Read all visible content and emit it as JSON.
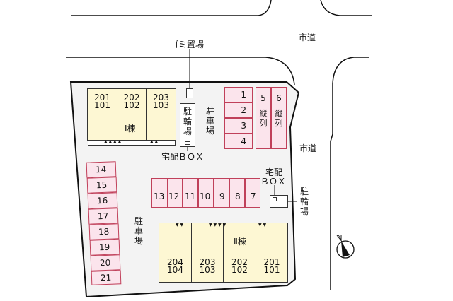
{
  "roads": {
    "top_road_label": "市道",
    "right_road_label": "市道"
  },
  "facilities": {
    "garbage": "ゴミ置場",
    "bike_parking_top": "駐輪場",
    "bike_parking_right": "駐輪場",
    "delivery_box_top": "宅配ＢＯＸ",
    "delivery_box_right_line1": "宅配",
    "delivery_box_right_line2": "ＢＯＸ",
    "parking_label_top": "駐車場",
    "parking_label_left": "駐車場"
  },
  "building1": {
    "name": "Ⅰ棟",
    "units": [
      {
        "upper": "201",
        "lower": "101"
      },
      {
        "upper": "202",
        "lower": "102"
      },
      {
        "upper": "203",
        "lower": "103"
      }
    ]
  },
  "building2": {
    "name": "Ⅱ棟",
    "units": [
      {
        "upper": "204",
        "lower": "104"
      },
      {
        "upper": "203",
        "lower": "103"
      },
      {
        "upper": "202",
        "lower": "102"
      },
      {
        "upper": "201",
        "lower": "101"
      }
    ]
  },
  "parking": {
    "stack_a": [
      "1",
      "2",
      "3",
      "4"
    ],
    "tandem": [
      {
        "num": "5",
        "note": "縦列"
      },
      {
        "num": "6",
        "note": "縦列"
      }
    ],
    "row_middle": [
      "13",
      "12",
      "11",
      "10",
      "9",
      "8",
      "7"
    ],
    "column_left": [
      "14",
      "15",
      "16",
      "17",
      "18",
      "19",
      "20",
      "21"
    ]
  },
  "compass": {
    "label": "N"
  },
  "colors": {
    "building_fill": "#fdf7d3",
    "parking_fill": "#fbe4ec",
    "parking_border": "#c0405a",
    "lot_fill": "#f3f3f3"
  }
}
